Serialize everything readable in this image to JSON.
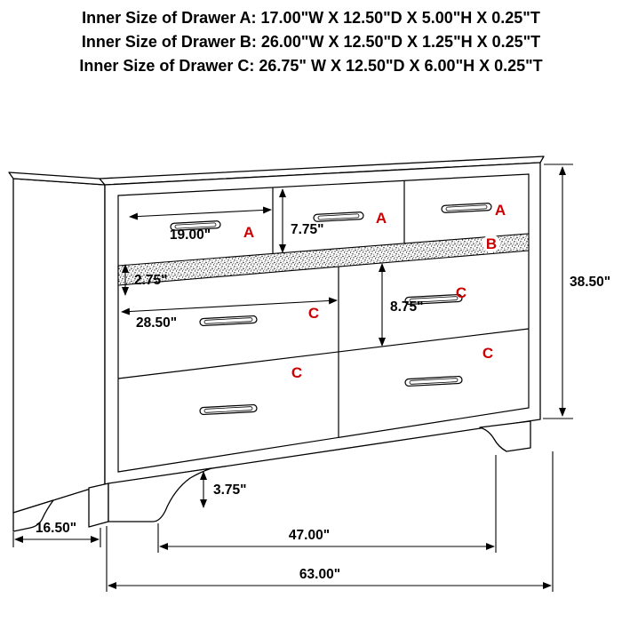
{
  "header": {
    "lines": [
      "Inner Size of Drawer A: 17.00\"W X 12.50\"D X 5.00\"H X 0.25\"T",
      "Inner Size of Drawer B: 26.00\"W X 12.50\"D X 1.25\"H X 0.25\"T",
      "Inner Size of Drawer C: 26.75\" W X 12.50\"D X 6.00\"H X 0.25\"T"
    ]
  },
  "diagram": {
    "drawer_labels": {
      "a": "A",
      "b": "B",
      "c": "C"
    },
    "dimensions": {
      "drawer_a_width": "19.00\"",
      "drawer_a_height": "7.75\"",
      "drawer_b_height": "2.75\"",
      "drawer_c_width": "28.50\"",
      "drawer_c_height": "8.75\"",
      "overall_height": "38.50\"",
      "foot_height": "3.75\"",
      "overall_depth": "16.50\"",
      "between_legs_width": "47.00\"",
      "overall_width": "63.00\""
    },
    "colors": {
      "drawer_label": "#cc0000",
      "line": "#000000",
      "background": "#ffffff"
    }
  }
}
